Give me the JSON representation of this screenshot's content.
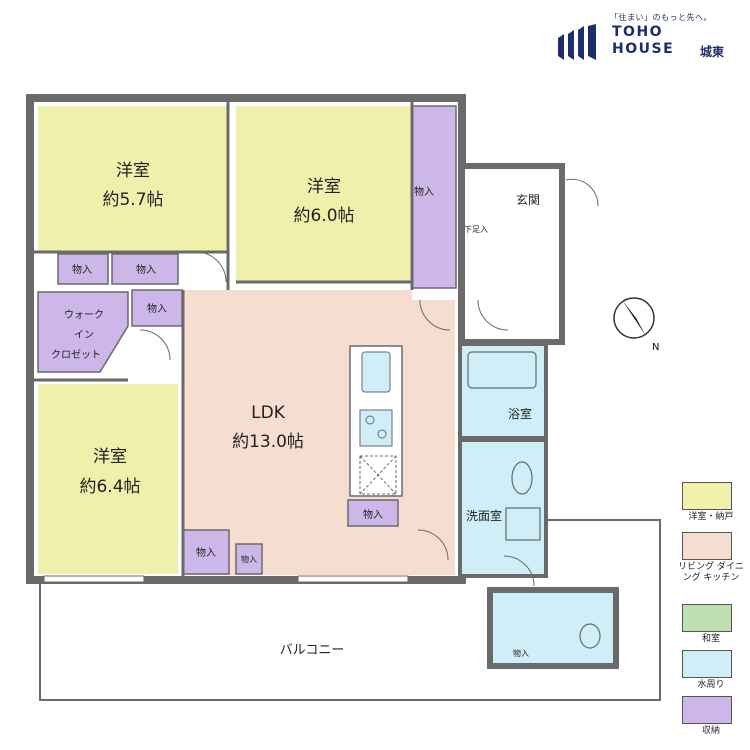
{
  "brand": {
    "tagline": "「住まい」のもっと先へ。",
    "name_line1": "TOHO",
    "name_line2": "HOUSE",
    "branch": "城東"
  },
  "rooms": {
    "bedroom1_name": "洋室",
    "bedroom1_size": "約5.7帖",
    "bedroom2_name": "洋室",
    "bedroom2_size": "約6.0帖",
    "bedroom3_name": "洋室",
    "bedroom3_size": "約6.4帖",
    "ldk_name": "LDK",
    "ldk_size": "約13.0帖",
    "walkin_line1": "ウォーク",
    "walkin_line2": "イン",
    "walkin_line3": "クロゼット",
    "entrance": "玄関",
    "shoe_storage": "下足入",
    "bath": "浴室",
    "washroom": "洗面室",
    "balcony": "バルコニー",
    "storage": "物入"
  },
  "legend": [
    {
      "label": "洋室・納戸",
      "color": "#eef0ab"
    },
    {
      "label": "リビング ダイニング キッチン",
      "color": "#f5ddd0"
    },
    {
      "label": "和室",
      "color": "#bfe0b0"
    },
    {
      "label": "水周り",
      "color": "#cfeef8"
    },
    {
      "label": "収納",
      "color": "#cdb7e8"
    }
  ],
  "colors": {
    "bedroom": "#eef0ab",
    "ldk": "#f5ddd0",
    "water": "#cfeef8",
    "storage": "#cdb7e8",
    "wall": "#6a6a6a",
    "brand": "#1d2f6b"
  }
}
